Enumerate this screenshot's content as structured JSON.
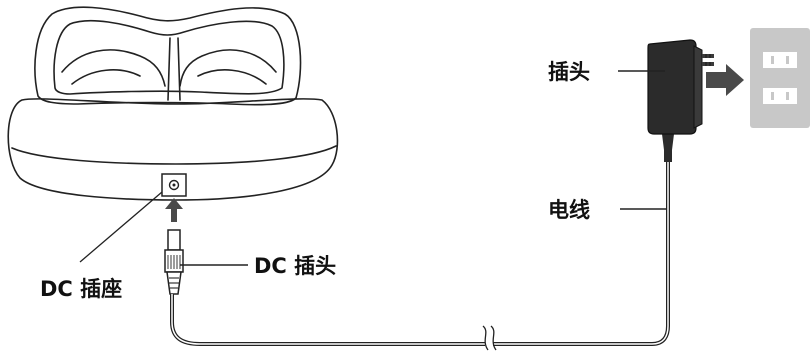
{
  "labels": {
    "plug": "插头",
    "cord": "电线",
    "dc_plug": "DC 插头",
    "dc_socket": "DC 插座"
  },
  "colors": {
    "line": "#222222",
    "adapter_body": "#2b2b2b",
    "outlet_plate": "#c8c8c8",
    "arrow": "#4a4a4a"
  },
  "icons": {
    "plug_direction": "arrow-right-icon",
    "insert_direction": "arrow-up-icon"
  }
}
